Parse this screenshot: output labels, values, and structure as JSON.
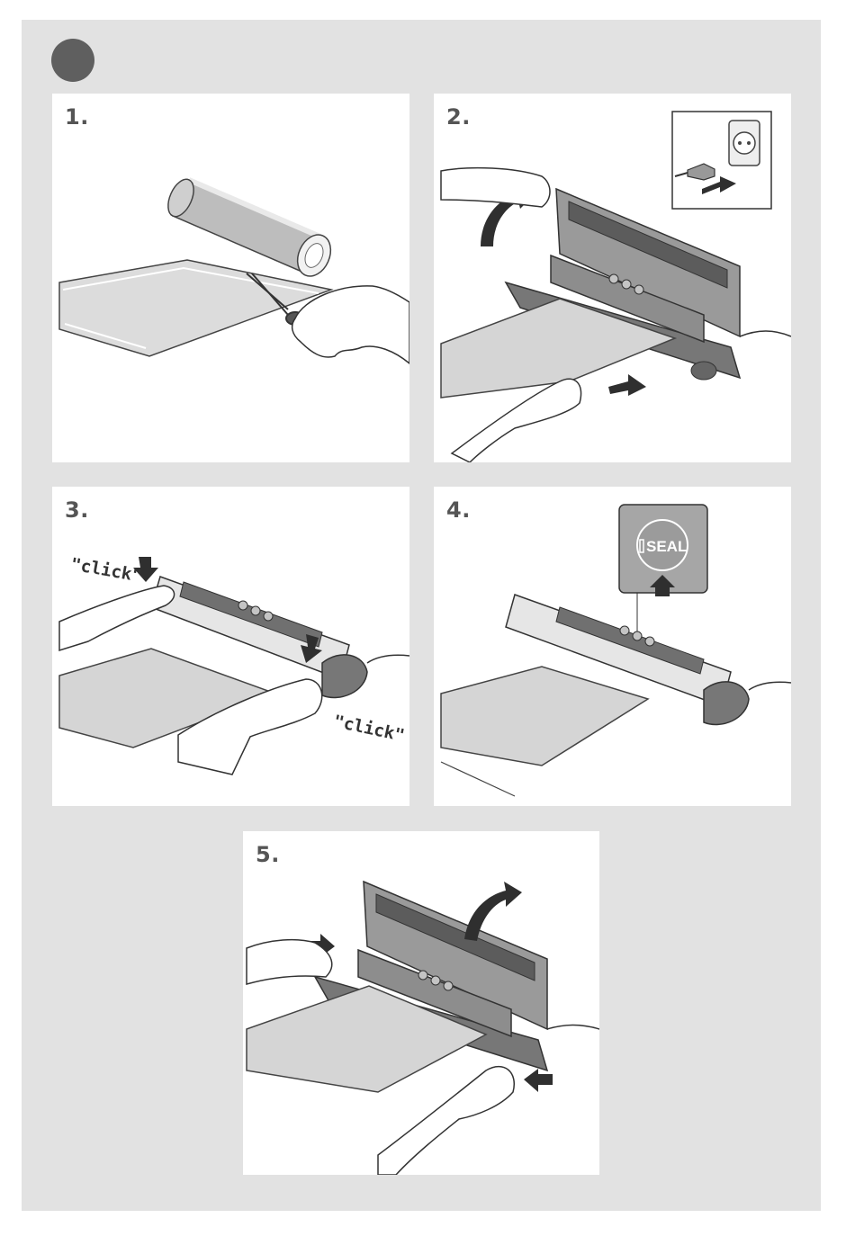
{
  "steps": [
    {
      "number": "1."
    },
    {
      "number": "2."
    },
    {
      "number": "3.",
      "click_left": "\"click\"",
      "click_right": "\"click\""
    },
    {
      "number": "4.",
      "button_label": "SEAL"
    },
    {
      "number": "5."
    }
  ],
  "colors": {
    "background": "#e2e2e2",
    "panel": "#ffffff",
    "step_dot": "#5f5f5f",
    "device": "#8a8a8a",
    "arrow": "#2f2f2f"
  }
}
